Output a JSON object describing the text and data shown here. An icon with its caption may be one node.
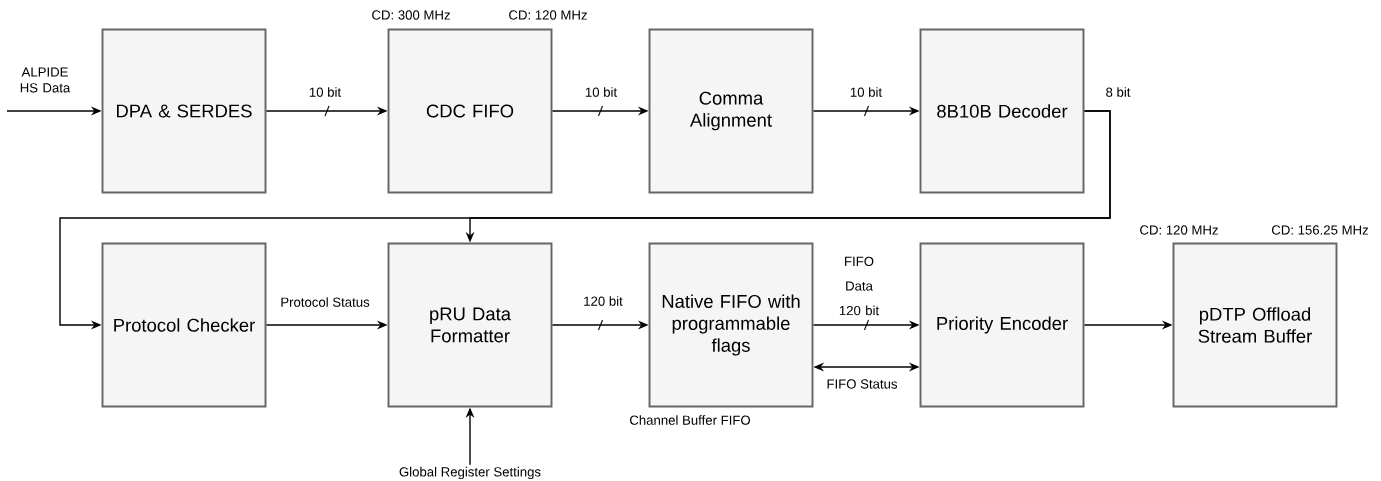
{
  "diagram": {
    "nodes": [
      {
        "text": [
          "DPA & SERDES"
        ]
      },
      {
        "text": [
          "CDC FIFO"
        ],
        "beside": [
          "CD: 300 MHz",
          "CD: 120 MHz"
        ]
      },
      {
        "text": [
          "Comma Alignment"
        ]
      },
      {
        "text": [
          "8B10B Decoder"
        ]
      },
      {
        "text": [
          "Protocol Checker"
        ]
      },
      {
        "text": [
          "pRU Data Formatter"
        ]
      },
      {
        "text": [
          "Native FIFO with programmable flags"
        ],
        "beside": [
          "Channel Buffer FIFO"
        ]
      },
      {
        "text": [
          "Priority Encoder"
        ]
      },
      {
        "text": [
          "pDTP Offload Stream Buffer"
        ],
        "beside": [
          "CD: 120 MHz",
          "CD: 156.25 MHz"
        ]
      },
      {
        "text": [
          "Global Register Settings"
        ]
      }
    ],
    "edges": [
      {
        "from": null,
        "to": 0,
        "arrow": "to",
        "label": "ALPIDE HS Data"
      },
      {
        "from": 0,
        "to": 1,
        "arrow": "to",
        "label": "10 bit"
      },
      {
        "from": 1,
        "to": 2,
        "arrow": "to",
        "label": "10 bit"
      },
      {
        "from": 2,
        "to": 3,
        "arrow": "to",
        "label": "10 bit"
      },
      {
        "from": 3,
        "to": 4,
        "arrow": "to",
        "label": "8 bit"
      },
      {
        "from": 3,
        "to": 5,
        "arrow": "to"
      },
      {
        "from": 4,
        "to": 5,
        "arrow": "to",
        "label": "Protocol Status"
      },
      {
        "from": 5,
        "to": 6,
        "arrow": "to",
        "label": "120 bit"
      },
      {
        "from": 6,
        "to": 7,
        "arrow": "to",
        "label": "FIFO Data 120 bit"
      },
      {
        "from": 6,
        "to": 7,
        "arrow": "both",
        "label": "FIFO Status"
      },
      {
        "from": 7,
        "to": 8,
        "arrow": "to"
      },
      {
        "from": 9,
        "to": 5,
        "arrow": "to"
      }
    ]
  }
}
